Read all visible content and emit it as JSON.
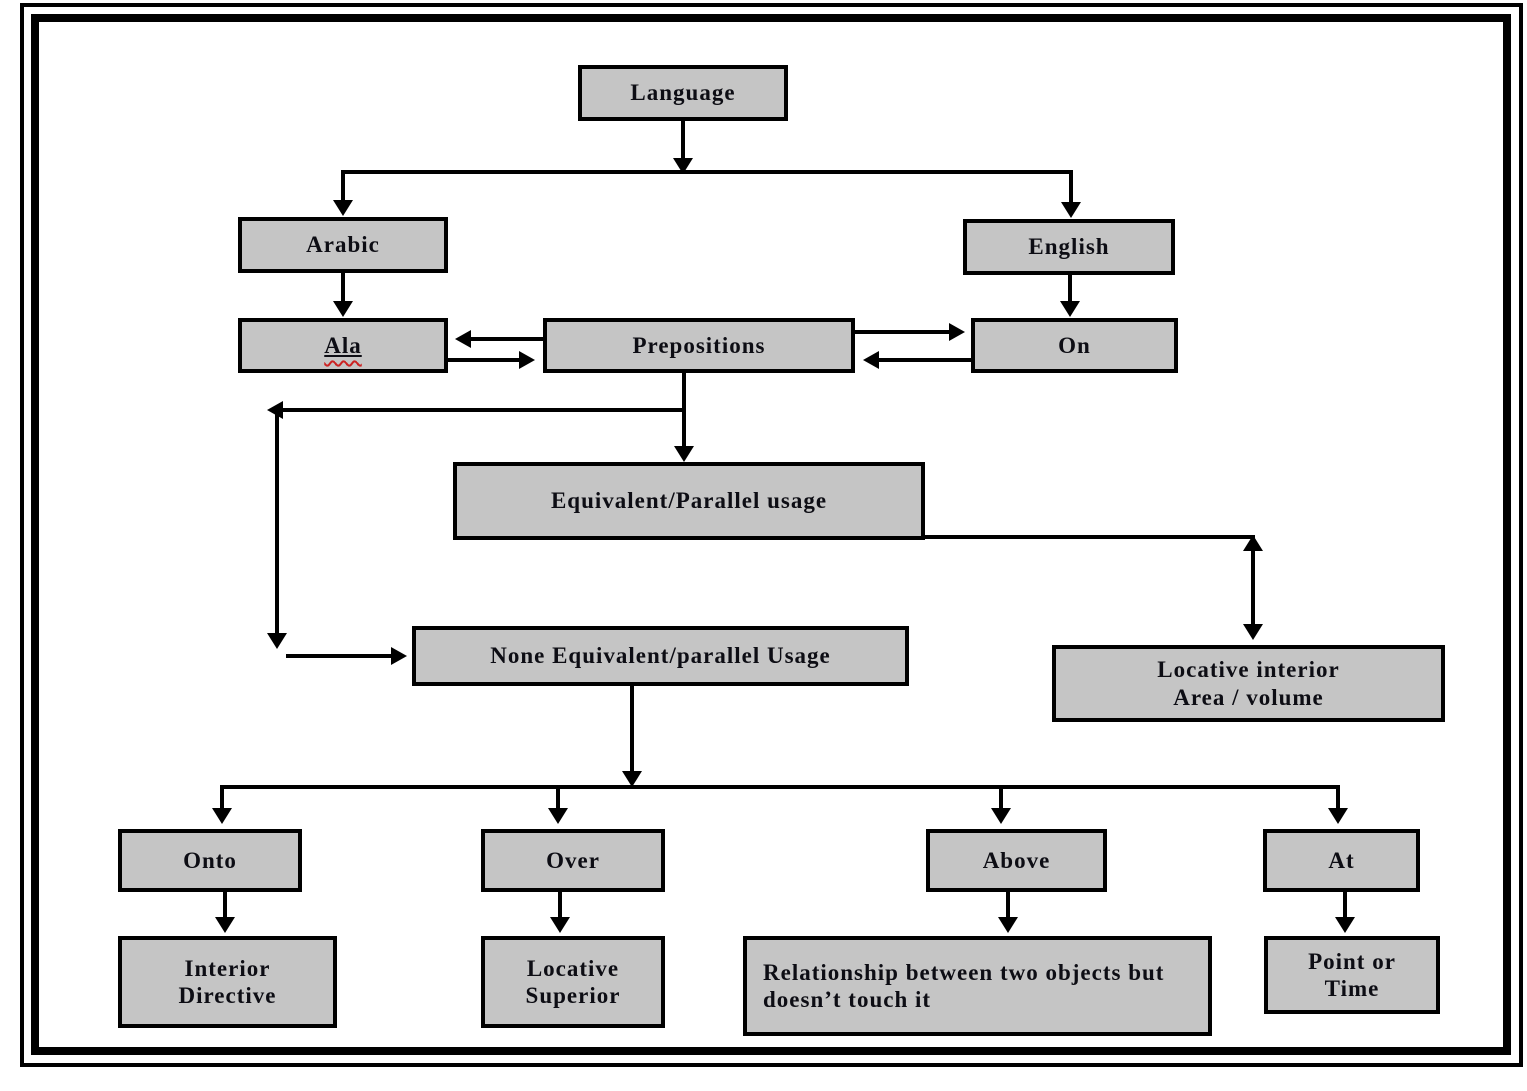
{
  "diagram": {
    "type": "flowchart",
    "nodes": {
      "language": {
        "label": "Language"
      },
      "arabic": {
        "label": "Arabic"
      },
      "english": {
        "label": "English"
      },
      "ala": {
        "label": "Ala"
      },
      "prepositions": {
        "label": "Prepositions"
      },
      "on": {
        "label": "On"
      },
      "equivalent": {
        "label": "Equivalent/Parallel usage"
      },
      "none_equivalent": {
        "label": "None Equivalent/parallel Usage"
      },
      "locative_interior": {
        "label": "Locative interior\nArea / volume"
      },
      "onto": {
        "label": "Onto"
      },
      "over": {
        "label": "Over"
      },
      "above": {
        "label": "Above"
      },
      "at": {
        "label": "At"
      },
      "interior_directive": {
        "label": "Interior\nDirective"
      },
      "locative_superior": {
        "label": "Locative\nSuperior"
      },
      "relationship": {
        "label": "Relationship between two objects but doesn’t touch it"
      },
      "point_or_time": {
        "label": "Point or\nTime"
      }
    },
    "edges": [
      {
        "from": "language",
        "to": "arabic",
        "type": "arrow"
      },
      {
        "from": "language",
        "to": "english",
        "type": "arrow"
      },
      {
        "from": "arabic",
        "to": "ala",
        "type": "arrow"
      },
      {
        "from": "english",
        "to": "on",
        "type": "arrow"
      },
      {
        "from": "ala",
        "to": "prepositions",
        "type": "bidirectional"
      },
      {
        "from": "prepositions",
        "to": "on",
        "type": "bidirectional"
      },
      {
        "from": "prepositions",
        "to": "equivalent",
        "type": "arrow"
      },
      {
        "from": "prepositions",
        "to": "none_equivalent",
        "type": "arrow"
      },
      {
        "from": "equivalent",
        "to": "locative_interior",
        "type": "arrow"
      },
      {
        "from": "none_equivalent",
        "to": "onto",
        "type": "arrow"
      },
      {
        "from": "none_equivalent",
        "to": "over",
        "type": "arrow"
      },
      {
        "from": "none_equivalent",
        "to": "above",
        "type": "arrow"
      },
      {
        "from": "none_equivalent",
        "to": "at",
        "type": "arrow"
      },
      {
        "from": "onto",
        "to": "interior_directive",
        "type": "arrow"
      },
      {
        "from": "over",
        "to": "locative_superior",
        "type": "arrow"
      },
      {
        "from": "above",
        "to": "relationship",
        "type": "arrow"
      },
      {
        "from": "at",
        "to": "point_or_time",
        "type": "arrow"
      }
    ],
    "colors": {
      "node_fill": "#c5c5c5",
      "node_border": "#000000",
      "line": "#000000",
      "spellcheck_underline": "#cc2222",
      "background": "#ffffff"
    }
  }
}
